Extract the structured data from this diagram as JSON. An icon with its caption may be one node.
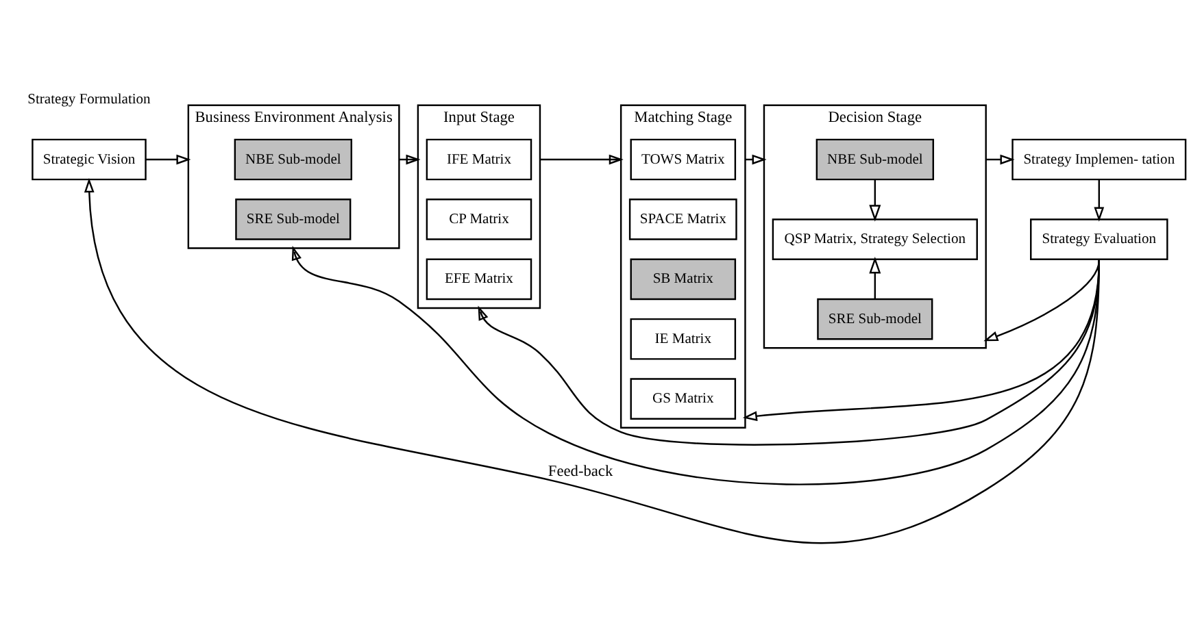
{
  "diagram": {
    "nodes": [
      {
        "text": [
          "Strategic Vision"
        ]
      },
      {
        "text": [
          "Business Environment Analysis"
        ]
      },
      {
        "text": [
          "NBE Sub-model"
        ],
        "in": 1
      },
      {
        "text": [
          "SRE Sub-model"
        ],
        "in": 1
      },
      {
        "text": [
          "Input Stage"
        ]
      },
      {
        "text": [
          "IFE Matrix"
        ],
        "in": 4
      },
      {
        "text": [
          "CP Matrix"
        ],
        "in": 4
      },
      {
        "text": [
          "EFE Matrix"
        ],
        "in": 4
      },
      {
        "text": [
          "Matching Stage"
        ]
      },
      {
        "text": [
          "TOWS Matrix"
        ],
        "in": 8
      },
      {
        "text": [
          "SPACE Matrix"
        ],
        "in": 8
      },
      {
        "text": [
          "SB Matrix"
        ],
        "in": 8
      },
      {
        "text": [
          "IE Matrix"
        ],
        "in": 8
      },
      {
        "text": [
          "GS Matrix"
        ],
        "in": 8
      },
      {
        "text": [
          "Decision Stage"
        ]
      },
      {
        "text": [
          "NBE Sub-model"
        ],
        "in": 14
      },
      {
        "text": [
          "QSP Matrix, Strategy Selection"
        ],
        "in": 14
      },
      {
        "text": [
          "SRE Sub-model"
        ],
        "in": 14
      },
      {
        "text": [
          "Strategy Implemen- tation"
        ]
      },
      {
        "text": [
          "Strategy Evaluation"
        ]
      }
    ],
    "edges": [
      {
        "from": 0,
        "to": 1,
        "arrow": "to"
      },
      {
        "from": 1,
        "to": 4,
        "arrow": "to"
      },
      {
        "from": 4,
        "to": 8,
        "arrow": "to"
      },
      {
        "from": 8,
        "to": 14,
        "arrow": "to"
      },
      {
        "from": 15,
        "to": 16,
        "arrow": "to"
      },
      {
        "from": 17,
        "to": 16,
        "arrow": "to"
      },
      {
        "from": 14,
        "to": 18,
        "arrow": "to"
      },
      {
        "from": 18,
        "to": 19,
        "arrow": "to"
      },
      {
        "from": 19,
        "to": 0,
        "arrow": "to",
        "label": "Feed-back"
      },
      {
        "from": 19,
        "to": 1,
        "arrow": "to"
      },
      {
        "from": 19,
        "to": 4,
        "arrow": "to"
      },
      {
        "from": 19,
        "to": 8,
        "arrow": "to"
      },
      {
        "from": 19,
        "to": 14,
        "arrow": "to"
      }
    ],
    "labels": [
      "Strategy Formulation"
    ]
  }
}
